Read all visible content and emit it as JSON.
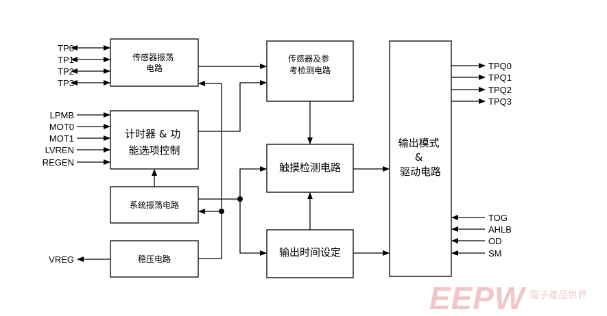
{
  "blocks": {
    "sensor_osc": [
      "传感器振荡",
      "电路"
    ],
    "sensor_ref": [
      "传感器及参",
      "考检测电路"
    ],
    "timer_ctrl": [
      "计时器 &  功",
      "能选项控制"
    ],
    "touch_detect": "触摸检测电路",
    "sys_osc": "系统振荡电路",
    "output_time": "输出时间设定",
    "vreg_block": "稳压电路",
    "output_mode": [
      "输出模式",
      "&",
      "驱动电路"
    ]
  },
  "pins": {
    "tp": [
      "TP0",
      "TP1",
      "TP2",
      "TP3"
    ],
    "ctrl": [
      "LPMB",
      "MOT0",
      "MOT1",
      "LVREN",
      "REGEN"
    ],
    "vreg": "VREG",
    "out": [
      "TPQ0",
      "TPQ1",
      "TPQ2",
      "TPQ3"
    ],
    "right_in": [
      "TOG",
      "AHLB",
      "OD",
      "SM"
    ]
  },
  "watermark": {
    "logo": "EEPW",
    "cn": "電子產品世界"
  }
}
